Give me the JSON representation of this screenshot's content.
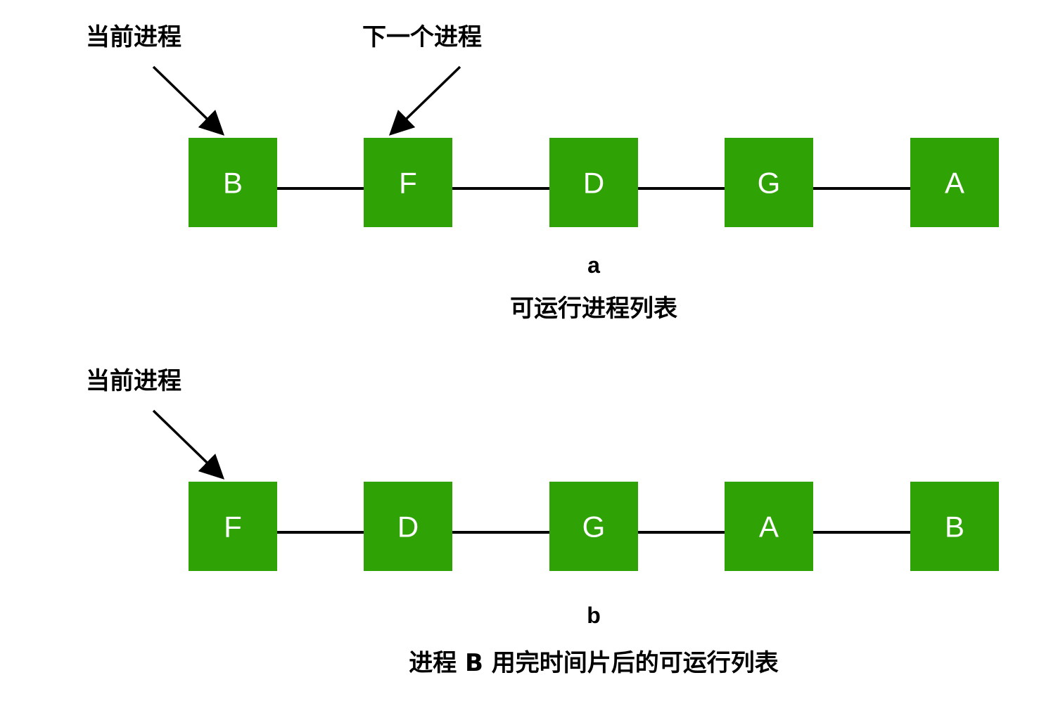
{
  "colors": {
    "node_fill": "#2fa305",
    "node_text": "#ffffff",
    "line": "#000000",
    "text": "#000000"
  },
  "panels": [
    {
      "letter": "a",
      "caption": "可运行进程列表",
      "nodes": [
        "B",
        "F",
        "D",
        "G",
        "A"
      ],
      "pointers": [
        {
          "label": "当前进程",
          "target_index": 0
        },
        {
          "label": "下一个进程",
          "target_index": 1
        }
      ]
    },
    {
      "letter": "b",
      "caption": "进程 B 用完时间片后的可运行列表",
      "nodes": [
        "F",
        "D",
        "G",
        "A",
        "B"
      ],
      "pointers": [
        {
          "label": "当前进程",
          "target_index": 0
        }
      ]
    }
  ]
}
